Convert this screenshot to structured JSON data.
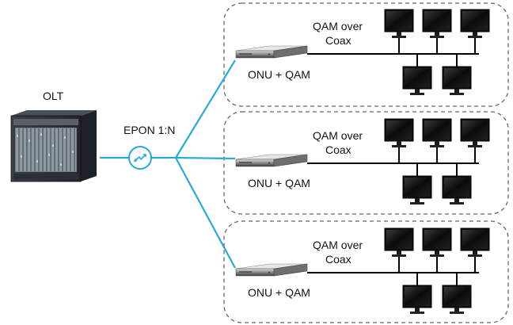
{
  "olt": {
    "label": "OLT"
  },
  "pon": {
    "label": "EPON 1:N"
  },
  "groups": [
    {
      "onu_label": "ONU + QAM",
      "coax_label_line1": "QAM over",
      "coax_label_line2": "Coax"
    },
    {
      "onu_label": "ONU + QAM",
      "coax_label_line1": "QAM over",
      "coax_label_line2": "Coax"
    },
    {
      "onu_label": "ONU + QAM",
      "coax_label_line1": "QAM over",
      "coax_label_line2": "Coax"
    }
  ],
  "colors": {
    "fiber": "#29a8dc",
    "coax": "#000000",
    "group_border": "#666666",
    "splitter_icon": "#29a8dc",
    "text": "#111111"
  }
}
